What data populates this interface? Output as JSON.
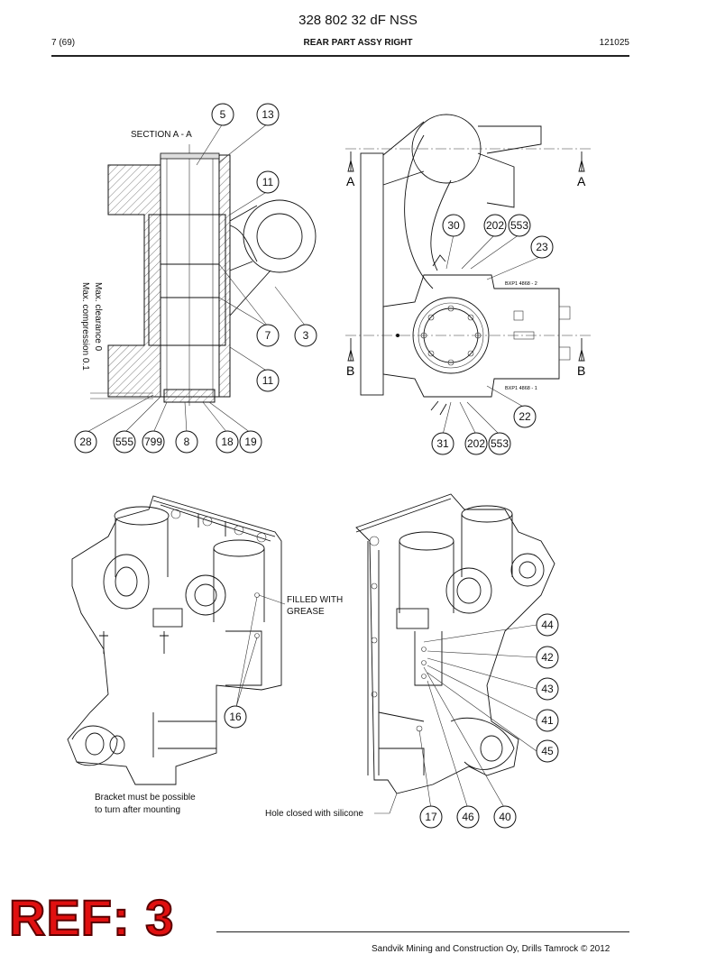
{
  "header": {
    "doc_title": "328 802 32 dF NSS",
    "page_no": "7 (69)",
    "sheet_title": "REAR PART ASSY RIGHT",
    "doc_code": "121025"
  },
  "section_view": {
    "title": "SECTION  A - A",
    "clearance_label": "Max. clearance 0",
    "compression_label": "Max. compression 0.1",
    "balloons": [
      "5",
      "13",
      "11",
      "7",
      "3",
      "11",
      "28",
      "555",
      "799",
      "8",
      "18",
      "19"
    ]
  },
  "front_view": {
    "markers": [
      "A",
      "A",
      "B",
      "B"
    ],
    "note_top": "BXP1 4868 - 2",
    "note_bottom": "BXP1 4868 - 1",
    "balloons": [
      "30",
      "202",
      "553",
      "23",
      "22",
      "31",
      "202",
      "553"
    ]
  },
  "iso_view_left": {
    "note_grease": [
      "FILLED WITH",
      "GREASE"
    ],
    "note_bracket": [
      "Bracket must be possible",
      "to turn after mounting"
    ],
    "balloons": [
      "16"
    ]
  },
  "iso_view_right": {
    "note_hole": "Hole closed with silicone",
    "balloons": [
      "44",
      "42",
      "43",
      "41",
      "45",
      "17",
      "46",
      "40"
    ]
  },
  "stamp": {
    "ref": "REF: 3"
  },
  "footer": {
    "text": "Sandvik Mining and Construction Oy, Drills Tamrock © 2012"
  }
}
